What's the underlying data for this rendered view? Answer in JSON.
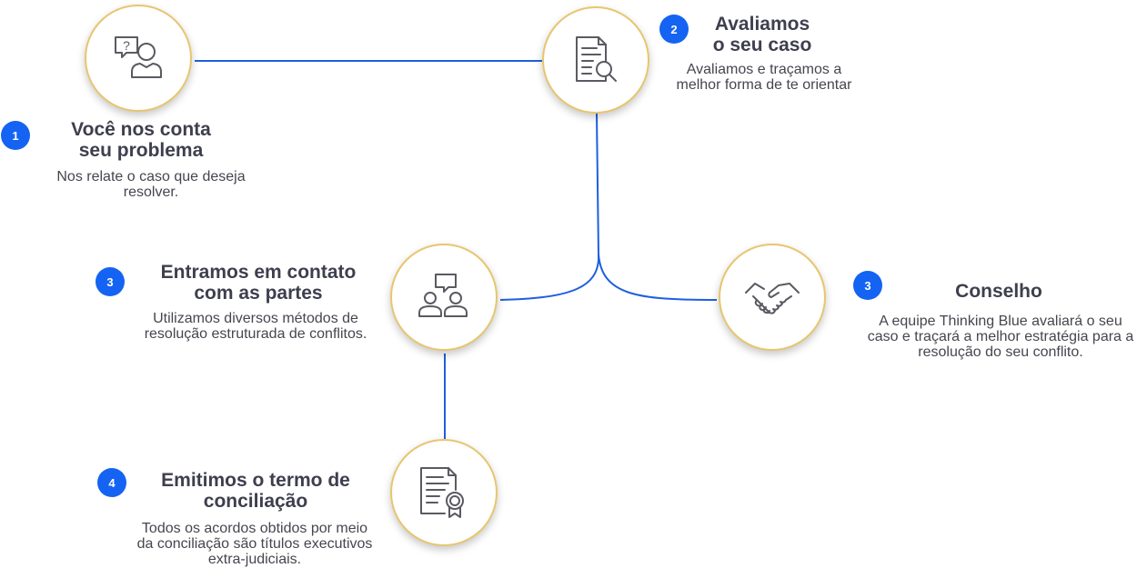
{
  "steps": [
    {
      "id": "step1",
      "badge": "1",
      "title_lines": [
        "Você nos conta",
        "seu problema"
      ],
      "description": "Nos relate o caso que deseja resolver.",
      "icon": "question-person-icon"
    },
    {
      "id": "step2",
      "badge": "2",
      "title_lines": [
        "Avaliamos",
        "o seu caso"
      ],
      "description": "Avaliamos e traçamos a melhor forma de te orientar",
      "icon": "document-search-icon"
    },
    {
      "id": "step3a",
      "badge": "3",
      "title_lines": [
        "Entramos em contato",
        "com as partes"
      ],
      "description": "Utilizamos diversos métodos de resolução estruturada de conflitos.",
      "icon": "people-chat-icon"
    },
    {
      "id": "step3b",
      "badge": "3",
      "title_lines": [
        "Conselho"
      ],
      "description": "A equipe Thinking Blue avaliará o seu caso e traçará a melhor estratégia para a resolução do seu conflito.",
      "icon": "handshake-icon"
    },
    {
      "id": "step4",
      "badge": "4",
      "title_lines": [
        "Emitimos o termo de",
        "conciliação"
      ],
      "description": "Todos os acordos obtidos por meio da conciliação são títulos executivos extra-judiciais.",
      "icon": "certificate-icon"
    }
  ],
  "colors": {
    "accent": "#1463f3",
    "circle_border": "#e7c66f",
    "title": "#3e3f4e",
    "text": "#45464f",
    "icon": "#5a5a62"
  }
}
